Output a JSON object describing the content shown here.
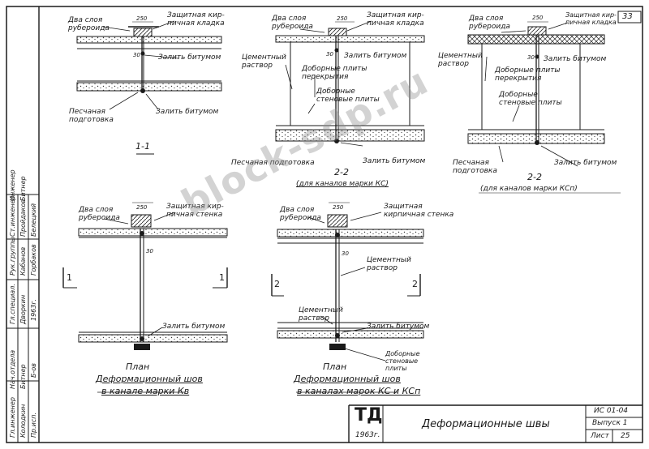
{
  "sheet_number": "33",
  "drawings": {
    "d1": {
      "roofing": "Два слоя\nрубероида",
      "dim250": "250",
      "protective": "Защитная кир-\nпичная кладка",
      "dim30": "30",
      "fill_top": "Залить битумом",
      "sand": "Песчаная\nподготовка",
      "fill_bottom": "Залить битумом",
      "section": "1-1"
    },
    "d2": {
      "roofing": "Два слоя\nрубероида",
      "dim250": "250",
      "protective": "Защитная кир-\nпичная кладка",
      "cement": "Цементный\nраствор",
      "dim30": "30",
      "fill_top": "Залить битумом",
      "slab": "Доборные плиты\nперекрытия",
      "wall": "Доборные\nстеновые плиты",
      "sand": "Песчаная подготовка",
      "fill_bottom": "Залить битумом",
      "section": "2-2",
      "caption": "(для каналов марки КС)"
    },
    "d3": {
      "roofing": "Два слоя\nрубероида",
      "dim250": "250",
      "protective": "Защитная кир-\nпичная кладка",
      "cement": "Цементный\nраствор",
      "dim30": "30",
      "fill_top": "Залить битумом",
      "slab": "Доборные плиты\nперекрытия",
      "wall": "Доборные\nстеновые плиты",
      "sand": "Песчаная\nподготовка",
      "fill_bottom": "Залить битумом",
      "section": "2-2",
      "caption": "(для каналов марки КСп)"
    },
    "d4": {
      "roofing": "Два слоя\nрубероида",
      "dim250": "250",
      "protective": "Защитная кир-\nпичная стенка",
      "dim30": "30",
      "fill": "Залить битумом",
      "mark_left": "1",
      "mark_right": "1",
      "title": "План",
      "subtitle1": "Деформационный шов",
      "subtitle2": "в канале марки Кв"
    },
    "d5": {
      "roofing": "Два слоя\nрубероида",
      "dim250": "250",
      "protective": "Защитная\nкирпичная стенка",
      "cement1": "Цементный\nраствор",
      "cement2": "Цементный\nраствор",
      "dim30": "30",
      "fill": "Залить битумом",
      "wall": "Доборные\nстеновые\nплиты",
      "mark_left": "2",
      "mark_right": "2",
      "title": "План",
      "subtitle1": "Деформационный шов",
      "subtitle2": "в каналах марок КС и КСп"
    }
  },
  "side_stamp": {
    "roles": [
      "Гл.инженер",
      "Нач.отдела",
      "Гл.специал.",
      "Рук.группы",
      "Ст.инженер",
      "Инженер"
    ],
    "names": [
      "Колодкин",
      "Битнер",
      "Дворкин",
      "Кабанов",
      "Пройдаков",
      "Битнер"
    ],
    "right_col": [
      "Пр.исп.",
      "Б-ов",
      "1963г.",
      "Горбаков",
      "Белецкий"
    ]
  },
  "title_block": {
    "org": "ТД",
    "year": "1963г.",
    "title": "Деформационные швы",
    "code": "ИС 01-04",
    "issue": "Выпуск 1",
    "sheet_label": "Лист",
    "sheet_value": "25"
  },
  "watermark": "block-sdp.ru",
  "colors": {
    "ink": "#1a1a1a",
    "watermark": "#8c8c8c"
  }
}
